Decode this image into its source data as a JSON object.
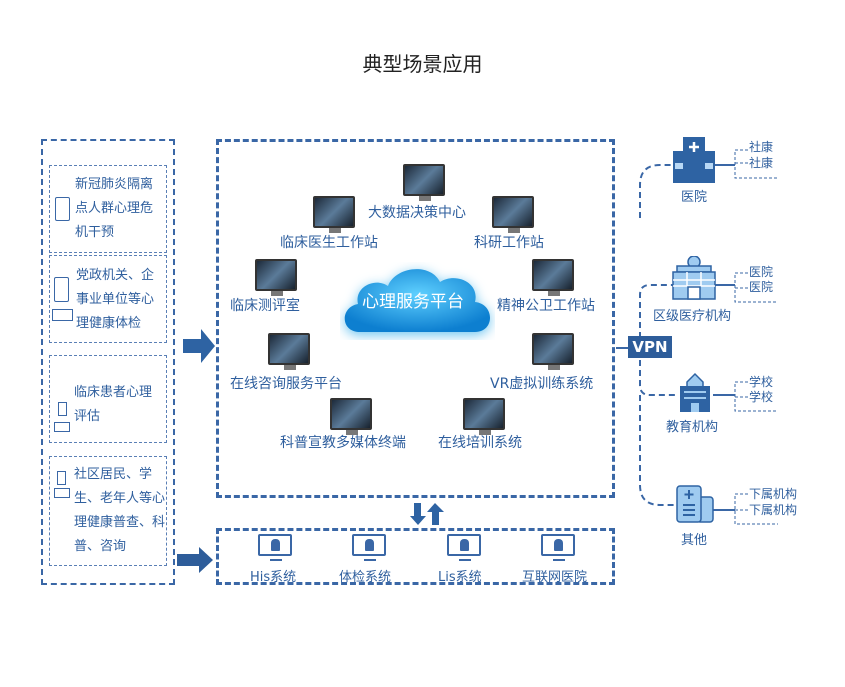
{
  "title": "典型场景应用",
  "left_panel": {
    "items": [
      {
        "text": "新冠肺炎隔离点人群心理危机干预",
        "devices": [
          "phone"
        ]
      },
      {
        "text": "党政机关、企事业单位等心理健康体检",
        "devices": [
          "phone",
          "monitor"
        ]
      },
      {
        "text": "临床患者心理评估",
        "devices": [
          "phone",
          "monitor"
        ]
      },
      {
        "text": "社区居民、学生、老年人等心理健康普查、科普、咨询",
        "devices": [
          "phone",
          "monitor"
        ]
      }
    ]
  },
  "center": {
    "cloud_label": "心理服务平台",
    "nodes": [
      "大数据决策中心",
      "临床医生工作站",
      "科研工作站",
      "临床测评室",
      "精神公卫工作站",
      "在线咨询服务平台",
      "VR虚拟训练系统",
      "科普宣教多媒体终端",
      "在线培训系统"
    ]
  },
  "systems": [
    "His系统",
    "体检系统",
    "Lis系统",
    "互联网医院"
  ],
  "vpn": "VPN",
  "right": [
    {
      "name": "医院",
      "icon": "hospital-icon",
      "children": [
        "社康",
        "社康"
      ]
    },
    {
      "name": "区级医疗机构",
      "icon": "clinic-icon",
      "children": [
        "医院",
        "医院"
      ]
    },
    {
      "name": "教育机构",
      "icon": "school-icon",
      "children": [
        "学校",
        "学校"
      ]
    },
    {
      "name": "其他",
      "icon": "building-icon",
      "children": [
        "下属机构",
        "下属机构"
      ]
    }
  ],
  "colors": {
    "primary": "#3a67a6",
    "cloud": "#1e9be0"
  }
}
